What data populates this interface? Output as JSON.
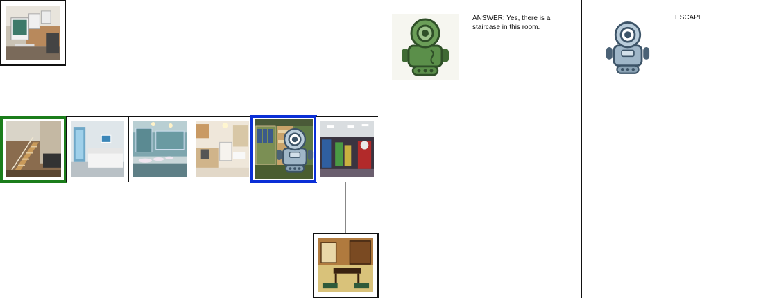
{
  "answer_panel": {
    "text": "ANSWER: Yes, there is a staircase in this room."
  },
  "escape_panel": {
    "text": "ESCAPE"
  },
  "colors": {
    "current_node_border": "#0a2fd6",
    "answer_node_border": "#1b7d1b",
    "default_border": "#111111",
    "connector": "#888888",
    "answer_robot": "#5b8f4a",
    "escape_robot": "#8fa9bd"
  },
  "icons": {
    "answer_agent": "robot-icon",
    "escape_agent": "robot-icon",
    "navigating_agent": "robot-icon"
  },
  "trajectory": {
    "nodes": [
      {
        "scene": "basement-staircase",
        "state": "answer"
      },
      {
        "scene": "bedroom"
      },
      {
        "scene": "bathroom-sinks"
      },
      {
        "scene": "kitchen"
      },
      {
        "scene": "closet-shelves",
        "state": "current"
      },
      {
        "scene": "arcade"
      }
    ],
    "branches": [
      {
        "scene": "computer-office"
      },
      {
        "scene": "japanese-dining-room"
      }
    ]
  }
}
